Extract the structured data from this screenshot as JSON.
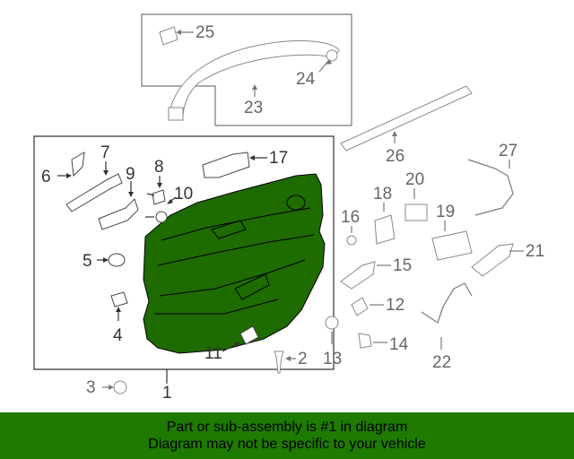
{
  "banner": {
    "line1": "Part or sub-assembly is #1 in diagram",
    "line2": "Diagram may not be specific to your vehicle"
  },
  "callouts": {
    "c1": "1",
    "c2": "2",
    "c3": "3",
    "c4": "4",
    "c5": "5",
    "c6": "6",
    "c7": "7",
    "c8": "8",
    "c9": "9",
    "c10": "10",
    "c11": "11",
    "c12": "12",
    "c13": "13",
    "c14": "14",
    "c15": "15",
    "c16": "16",
    "c17": "17",
    "c18": "18",
    "c19": "19",
    "c20": "20",
    "c21": "21",
    "c22": "22",
    "c23": "23",
    "c24": "24",
    "c25": "25",
    "c26": "26",
    "c27": "27"
  },
  "colors": {
    "highlight": "#1e6b00",
    "banner": "#1e7a00"
  }
}
